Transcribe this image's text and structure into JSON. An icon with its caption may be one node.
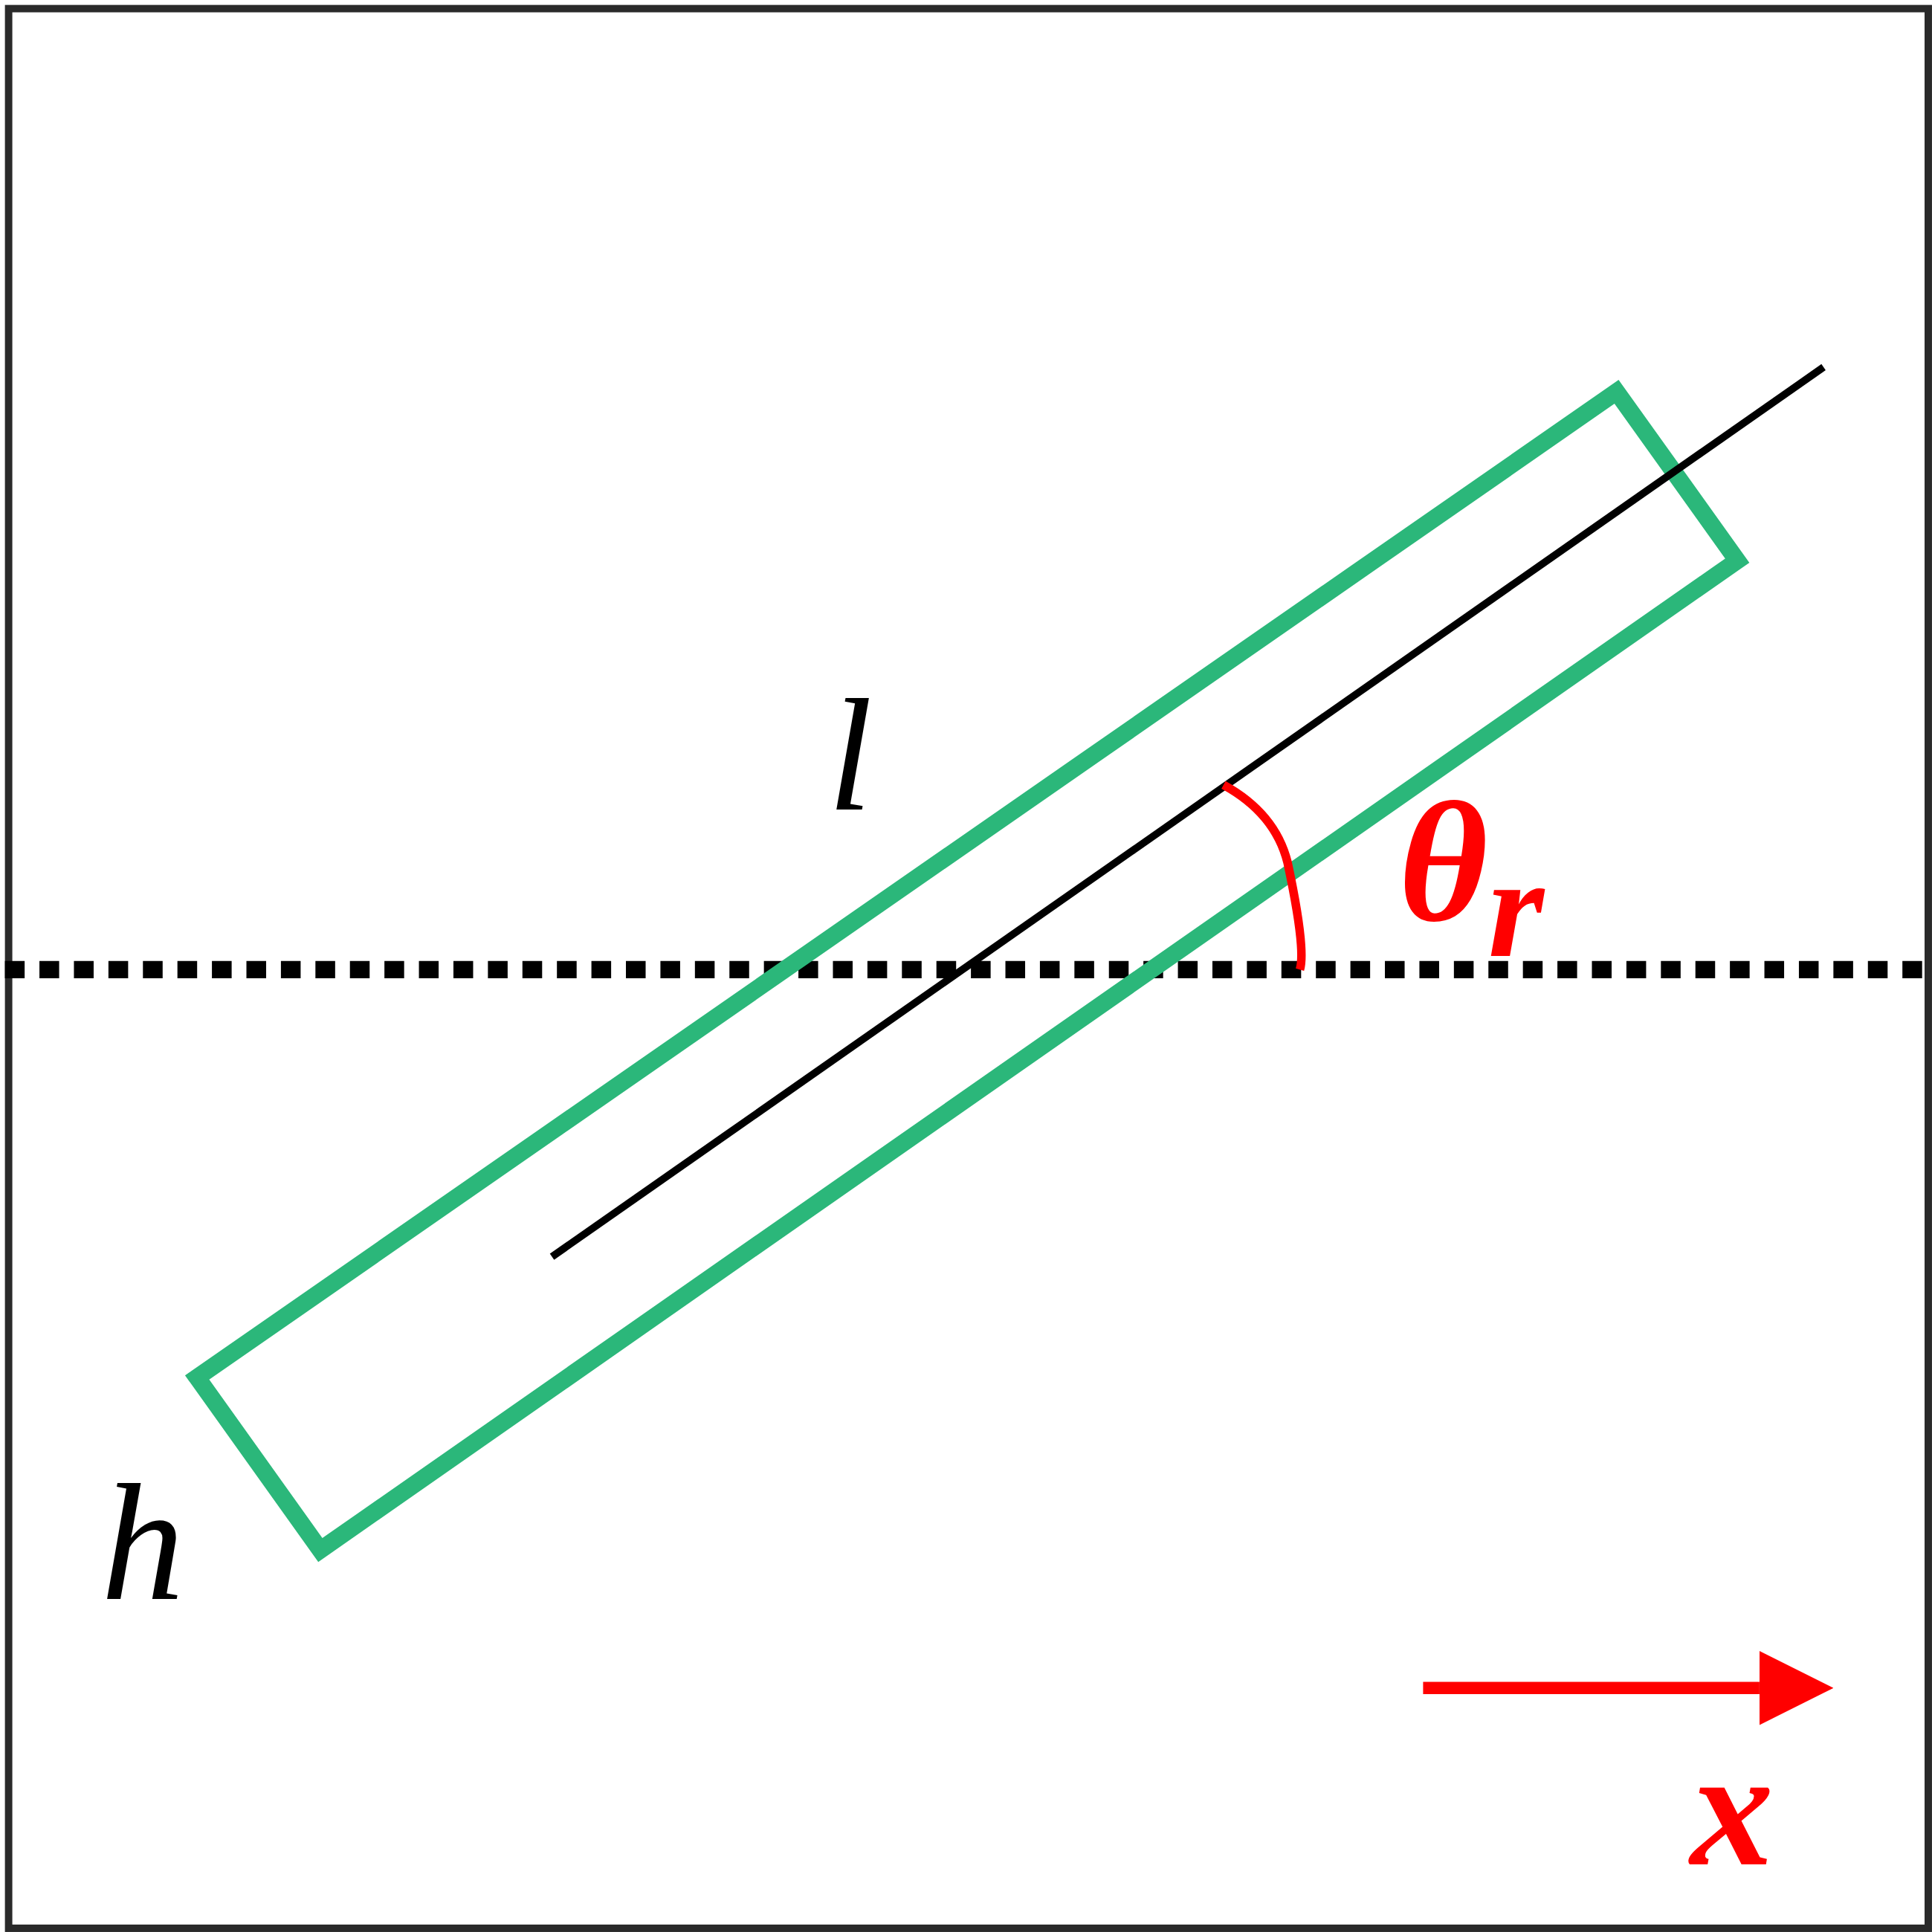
{
  "diagram": {
    "labels": [
      "l",
      "θ$_{r}$",
      "h",
      "x"
    ]
  }
}
